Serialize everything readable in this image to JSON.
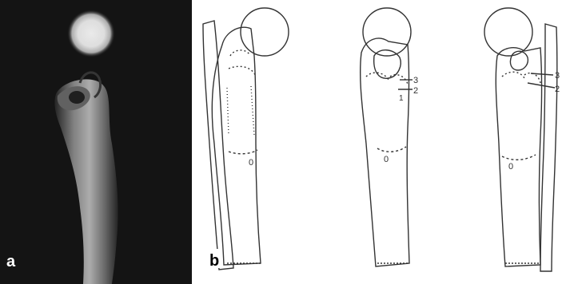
{
  "panel_a": {
    "label": "a"
  },
  "panel_b": {
    "label": "b",
    "drawings": [
      {
        "labels": [
          "0"
        ]
      },
      {
        "labels": [
          "3",
          "2",
          "1",
          "0"
        ]
      },
      {
        "labels": [
          "3",
          "2",
          "0"
        ]
      }
    ]
  },
  "colors": {
    "photo_background": "#151515",
    "bone_highlight": "#efefef",
    "drawing_line": "#333333",
    "label_background": "#ffffff"
  }
}
